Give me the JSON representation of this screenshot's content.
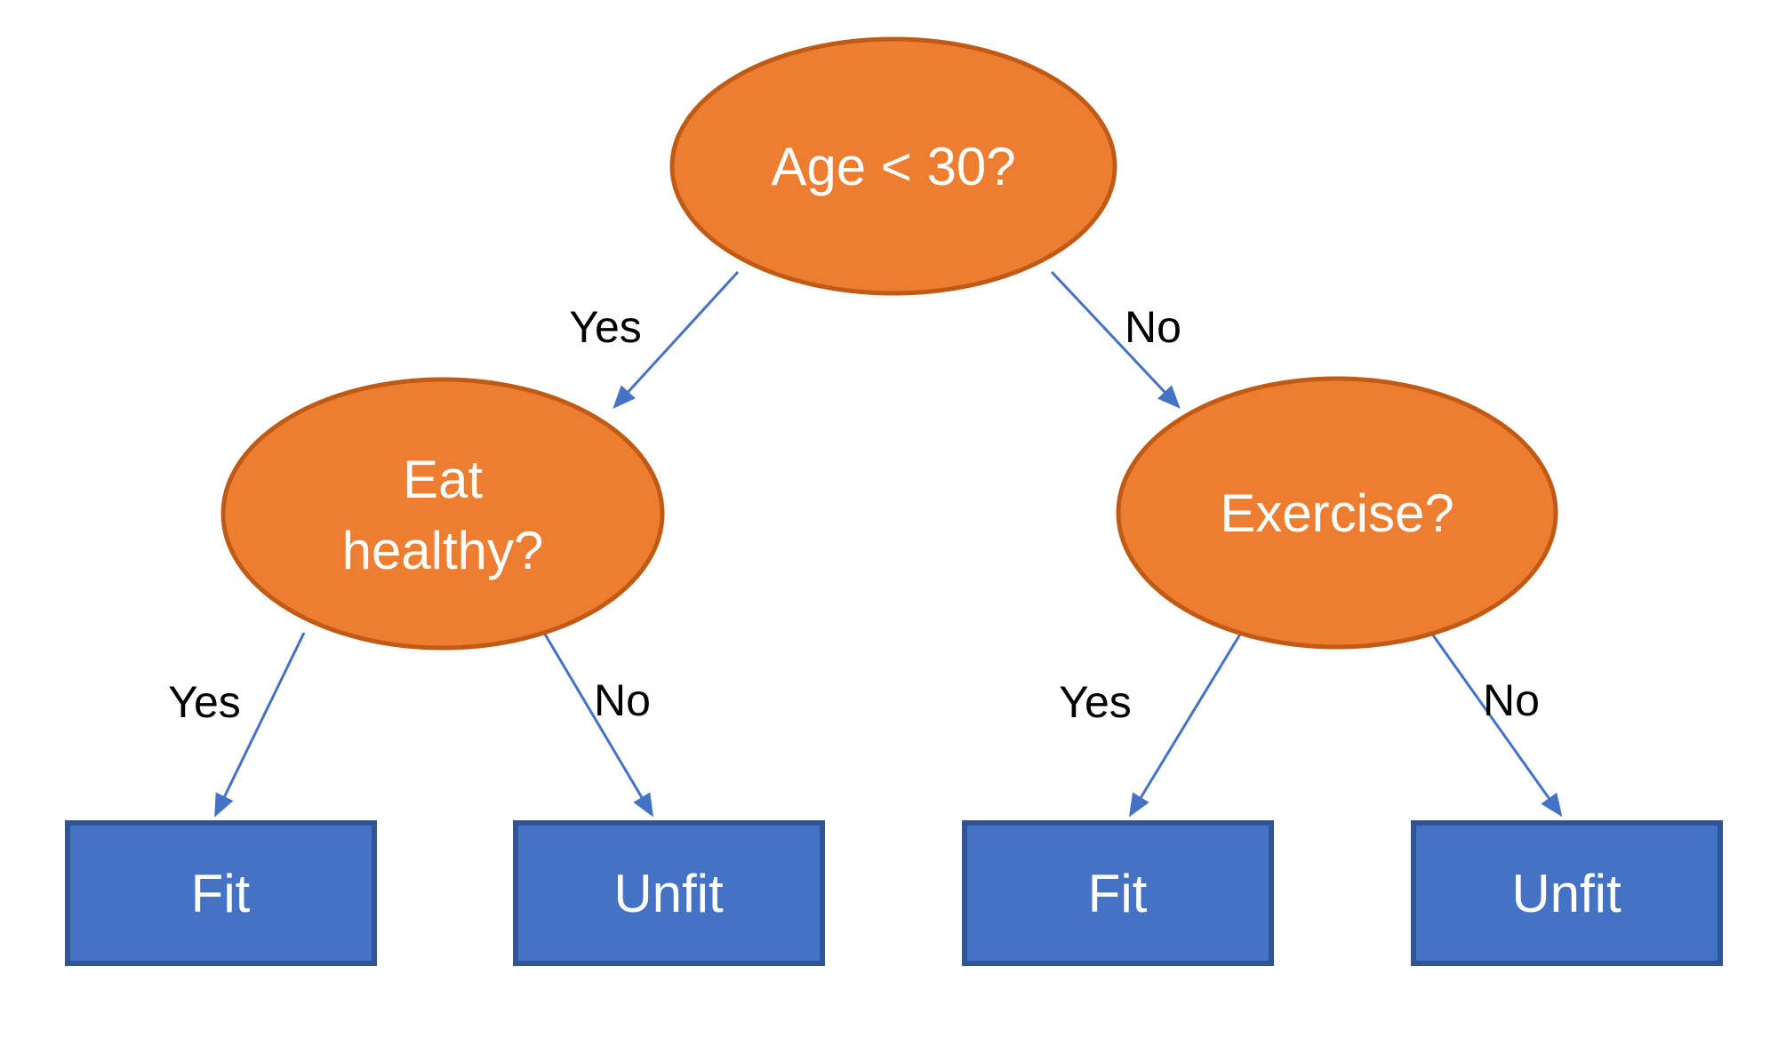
{
  "diagram": {
    "type": "decision-tree",
    "background": "#ffffff"
  },
  "colors": {
    "question_fill": "#ED7D31",
    "question_stroke": "#C05A15",
    "leaf_fill": "#4472C4",
    "leaf_stroke": "#2F5597",
    "arrow": "#4472C4",
    "edge_label_color": "#000000",
    "shape_text_color": "#FFFFFF"
  },
  "nodes": {
    "root": {
      "label": "Age < 30?"
    },
    "left": {
      "lines": [
        "Eat",
        "healthy?"
      ],
      "label": "Eat healthy?"
    },
    "right": {
      "label": "Exercise?"
    }
  },
  "leaves": [
    {
      "label": "Fit"
    },
    {
      "label": "Unfit"
    },
    {
      "label": "Fit"
    },
    {
      "label": "Unfit"
    }
  ],
  "edges": [
    {
      "from": "root",
      "to": "left",
      "label": "Yes"
    },
    {
      "from": "root",
      "to": "right",
      "label": "No"
    },
    {
      "from": "left",
      "to": "fit-1",
      "label": "Yes"
    },
    {
      "from": "left",
      "to": "unfit-1",
      "label": "No"
    },
    {
      "from": "right",
      "to": "fit-2",
      "label": "Yes"
    },
    {
      "from": "right",
      "to": "unfit-2",
      "label": "No"
    }
  ]
}
